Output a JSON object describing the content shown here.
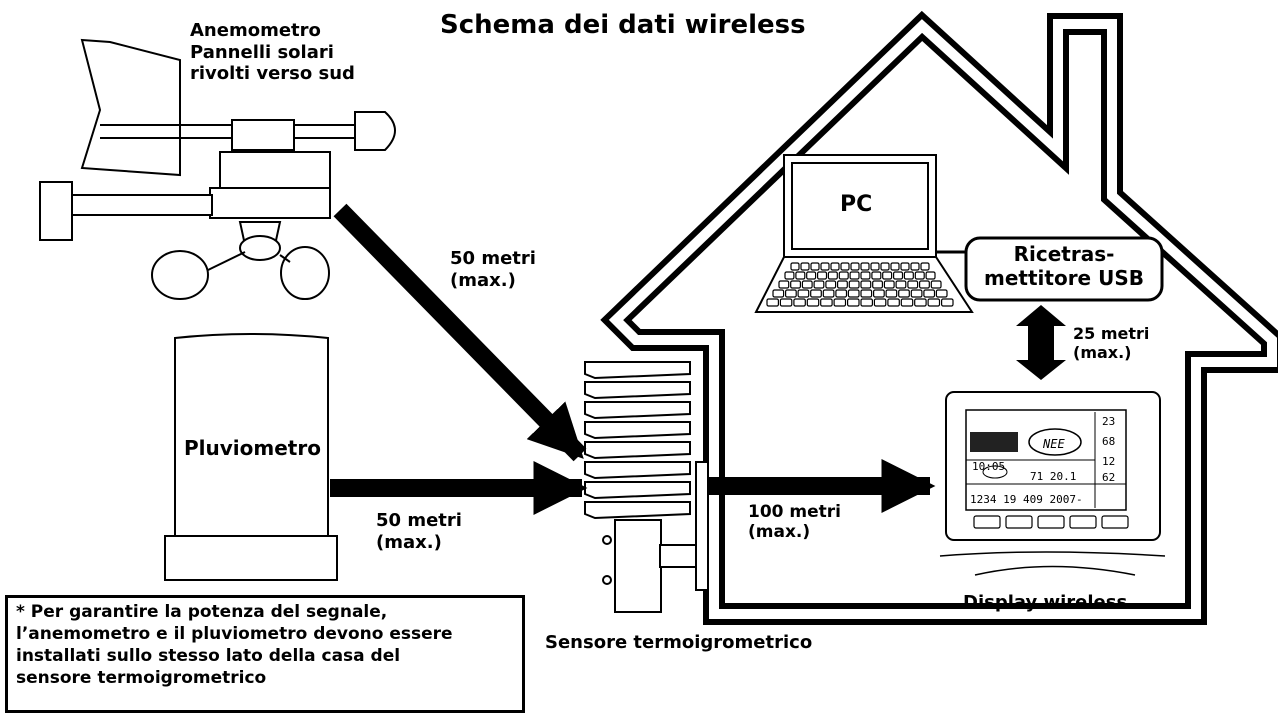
{
  "title": "Schema dei dati wireless",
  "anemometer": {
    "lines": [
      "Anemometro",
      "Pannelli solari",
      "rivolti verso sud"
    ]
  },
  "rain_gauge": {
    "label": "Pluviometro"
  },
  "pc": {
    "label": "PC"
  },
  "usb": {
    "lines": [
      "Ricetras-",
      "mettitore USB"
    ]
  },
  "sensor": {
    "label": "Sensore termoigrometrico"
  },
  "display": {
    "label": "Display wireless",
    "screen": {
      "wind_dir": "NEE",
      "row_mid": "10:05",
      "row_a": "71 20.1",
      "bottom": "1234  19  409  2007-",
      "right_values": [
        "23",
        "68",
        "12",
        "62"
      ]
    }
  },
  "distances": {
    "anemometer": [
      "50 metri",
      "(max.)"
    ],
    "rain_gauge": [
      "50 metri",
      "(max.)"
    ],
    "sensor_display": [
      "100 metri",
      "(max.)"
    ],
    "usb_display": [
      "25 metri",
      "(max.)"
    ]
  },
  "note": {
    "lines": [
      "* Per garantire la potenza del segnale,",
      "l’anemometro e il pluviometro devono essere",
      "installati sullo stesso lato della casa del",
      "sensore termoigrometrico"
    ]
  }
}
